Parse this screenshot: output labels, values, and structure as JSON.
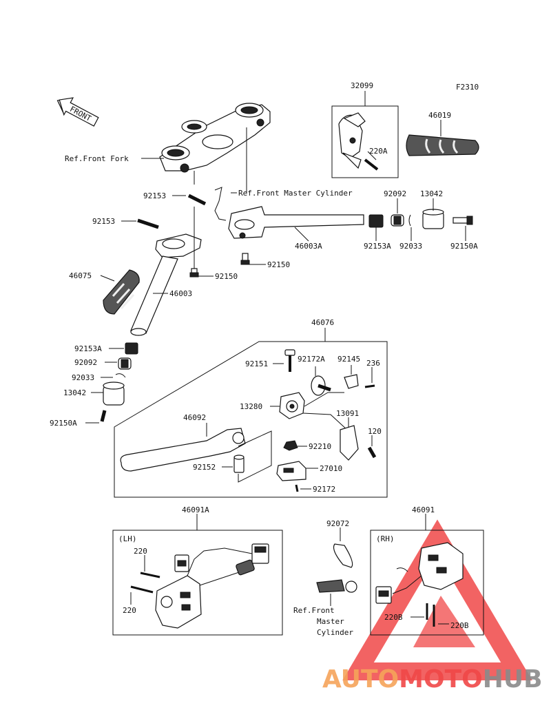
{
  "figure_code": "F2310",
  "front_arrow": "FRONT",
  "colors": {
    "watermark_red": "#f04848",
    "watermark_orange": "#f6a45a",
    "watermark_grey": "#8a8a8a"
  },
  "watermark": {
    "part1": "AUTO",
    "part2": "MOTO",
    "part3": "HUB"
  },
  "panels": {
    "lh": "(LH)",
    "rh": "(RH)"
  },
  "labels": {
    "ref_front_fork": "Ref.Front Fork",
    "ref_front_master_cylinder": "Ref.Front Master Cylinder",
    "ref_fmc_line1": "Ref.Front",
    "ref_fmc_line2": "Master",
    "ref_fmc_line3": "Cylinder",
    "p32099": "32099",
    "p46019": "46019",
    "p220A": "220A",
    "p92092_top": "92092",
    "p13042_top": "13042",
    "p92153_a": "92153",
    "p92153_b": "92153",
    "p46003A": "46003A",
    "p92153A_top": "92153A",
    "p92033_top": "92033",
    "p92150A_top": "92150A",
    "p92150_a": "92150",
    "p92150_b": "92150",
    "p46075": "46075",
    "p46003": "46003",
    "p46076": "46076",
    "p92153A_left": "92153A",
    "p92092_left": "92092",
    "p92033_left": "92033",
    "p13042_left": "13042",
    "p92150A_left": "92150A",
    "p92151": "92151",
    "p92172A": "92172A",
    "p92145": "92145",
    "p236": "236",
    "p13280": "13280",
    "p46092": "46092",
    "p13091": "13091",
    "p120": "120",
    "p92210": "92210",
    "p92152": "92152",
    "p27010": "27010",
    "p92172": "92172",
    "p46091A": "46091A",
    "p92072": "92072",
    "p46091": "46091",
    "p220_a": "220",
    "p220_b": "220",
    "p220B_a": "220B",
    "p220B_b": "220B"
  }
}
